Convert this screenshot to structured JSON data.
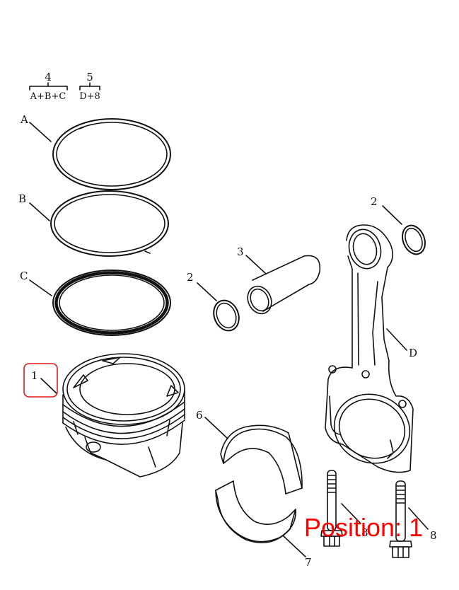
{
  "kit_groups": [
    {
      "number": "4",
      "contents": "A+B+C"
    },
    {
      "number": "5",
      "contents": "D+8"
    }
  ],
  "callouts": {
    "ring_a": "A",
    "ring_b": "B",
    "ring_c": "C",
    "piston": "1",
    "snap_ring_left": "2",
    "snap_ring_right": "2",
    "piston_pin": "3",
    "connecting_rod": "D",
    "bearing_upper": "6",
    "bearing_lower": "7",
    "bolt_left": "8",
    "bolt_right": "8"
  },
  "position_readout": "Position: 1",
  "colors": {
    "line": "#111111",
    "highlight": "#e01818",
    "readout": "#ff0000"
  }
}
